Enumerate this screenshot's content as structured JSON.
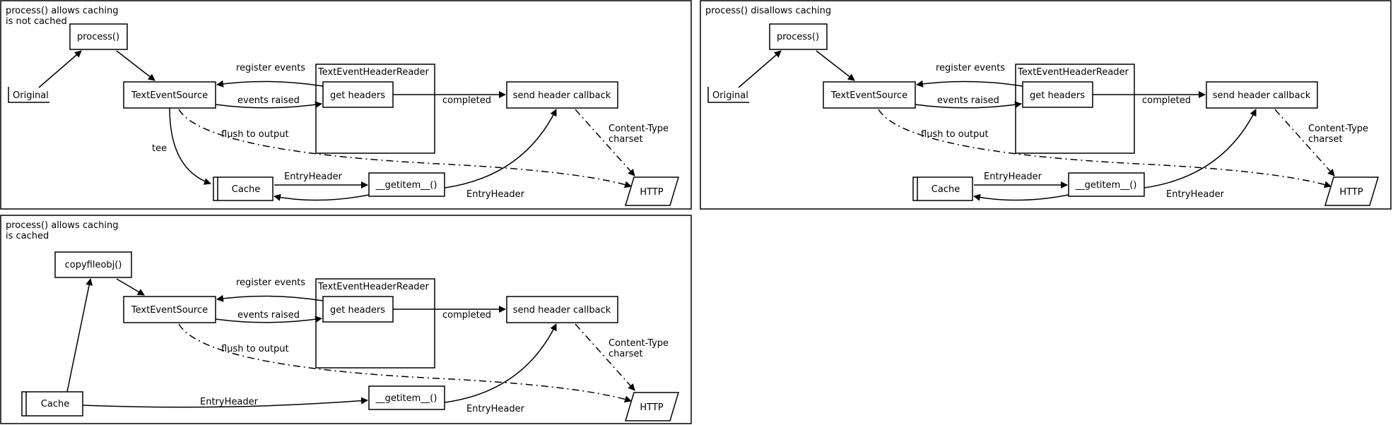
{
  "colors": {
    "stroke": "#000000",
    "background": "#ffffff"
  },
  "panel_1": {
    "title_line1": "process() allows caching",
    "title_line2": "is not cached",
    "process": "process()",
    "original": "Original",
    "text_event_source": "TextEventSource",
    "reader_group": "TextEventHeaderReader",
    "get_headers": "get headers",
    "send_header_callback": "send header callback",
    "cache": "Cache",
    "getitem": "__getitem__()",
    "http": "HTTP",
    "label_register_events": "register events",
    "label_events_raised": "events raised",
    "label_completed": "completed",
    "label_flush_to_output": "flush to output",
    "label_tee": "tee",
    "label_content_type": "Content-Type",
    "label_charset": "charset",
    "label_entry_header_top": "EntryHeader",
    "label_entry_header_bottom": "EntryHeader"
  },
  "panel_2": {
    "title_line1": "process() disallows caching",
    "process": "process()",
    "original": "Original",
    "text_event_source": "TextEventSource",
    "reader_group": "TextEventHeaderReader",
    "get_headers": "get headers",
    "send_header_callback": "send header callback",
    "cache": "Cache",
    "getitem": "__getitem__()",
    "http": "HTTP",
    "label_register_events": "register events",
    "label_events_raised": "events raised",
    "label_completed": "completed",
    "label_flush_to_output": "flush to output",
    "label_content_type": "Content-Type",
    "label_charset": "charset",
    "label_entry_header_top": "EntryHeader",
    "label_entry_header_bottom": "EntryHeader"
  },
  "panel_3": {
    "title_line1": "process() allows caching",
    "title_line2": "is cached",
    "copyfileobj": "copyfileobj()",
    "text_event_source": "TextEventSource",
    "reader_group": "TextEventHeaderReader",
    "get_headers": "get headers",
    "send_header_callback": "send header callback",
    "cache": "Cache",
    "getitem": "__getitem__()",
    "http": "HTTP",
    "label_register_events": "register events",
    "label_events_raised": "events raised",
    "label_completed": "completed",
    "label_flush_to_output": "flush to output",
    "label_content_type": "Content-Type",
    "label_charset": "charset",
    "label_entry_header_mid": "EntryHeader",
    "label_entry_header_bottom": "EntryHeader"
  }
}
